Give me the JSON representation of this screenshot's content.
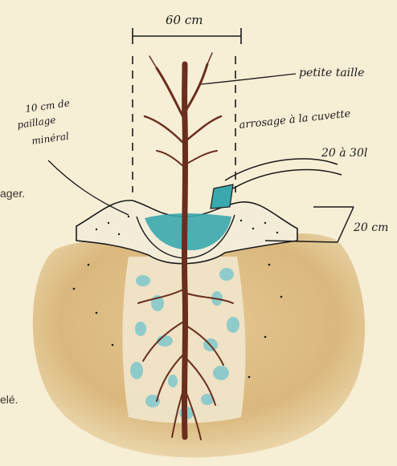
{
  "labels": {
    "width": "60 cm",
    "pruning": "petite taille",
    "watering": "arrosage à la cuvette",
    "volume": "20 à 30l",
    "depth": "20 cm",
    "mulch_line1": "10 cm de",
    "mulch_line2": "paillage",
    "mulch_line3": "minéral"
  },
  "side_text": {
    "upper": "ager.",
    "lower": "elé."
  },
  "colors": {
    "paper": "#f7eed6",
    "soil": "#d9b57a",
    "water": "#3aa9ad",
    "trunk": "#6b2e1e",
    "ink": "#1a1a1a"
  }
}
